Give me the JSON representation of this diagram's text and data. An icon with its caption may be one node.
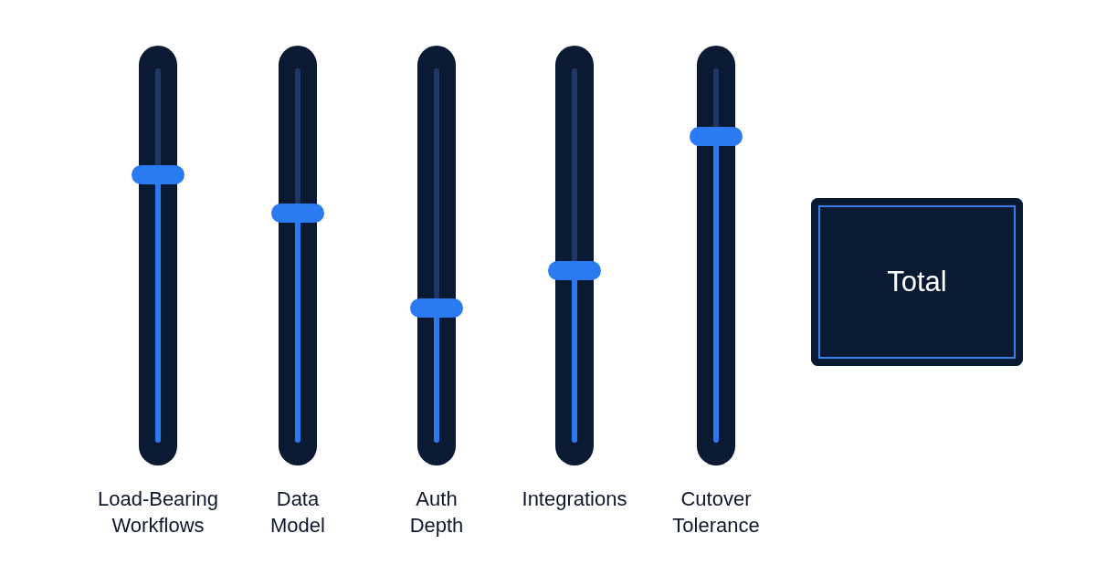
{
  "diagram": {
    "nodes": [
      {
        "text": [
          "Load-Bearing Workflows"
        ]
      },
      {
        "text": [
          "Data Model"
        ]
      },
      {
        "text": [
          "Auth Depth"
        ]
      },
      {
        "text": [
          "Integrations"
        ]
      },
      {
        "text": [
          "Cutover Tolerance"
        ]
      },
      {
        "text": [
          "Total"
        ]
      }
    ]
  }
}
